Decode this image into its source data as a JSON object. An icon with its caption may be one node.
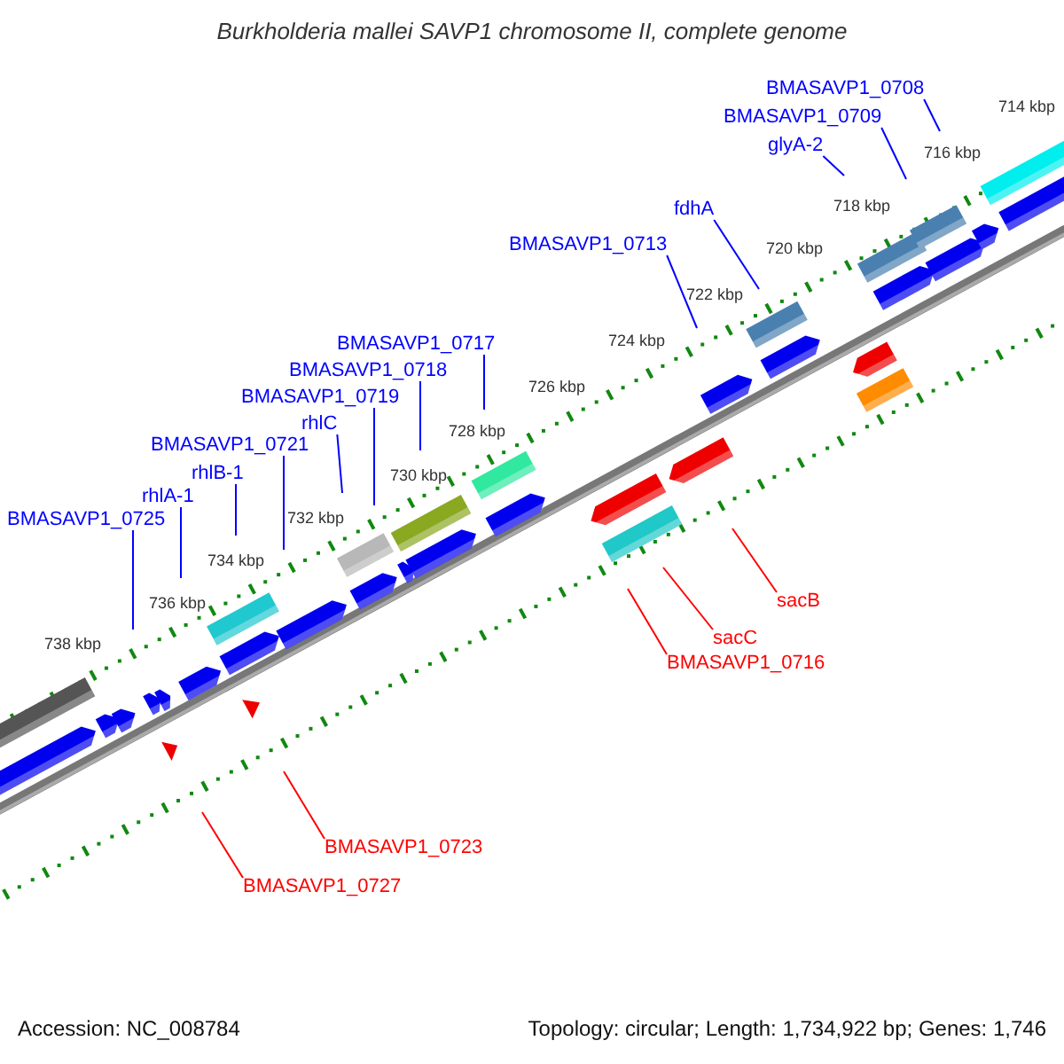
{
  "diagram": {
    "title": "Burkholderia mallei SAVP1 chromosome II, complete genome",
    "nodes": [
      {
        "text": [
          "BMASAVP1_0708"
        ]
      },
      {
        "text": [
          "BMASAVP1_0709"
        ]
      },
      {
        "text": [
          "glyA-2"
        ]
      },
      {
        "text": [
          "fdhA"
        ]
      },
      {
        "text": [
          "BMASAVP1_0713"
        ]
      },
      {
        "text": [
          "BMASAVP1_0717"
        ]
      },
      {
        "text": [
          "BMASAVP1_0718"
        ]
      },
      {
        "text": [
          "BMASAVP1_0719"
        ]
      },
      {
        "text": [
          "rhlC"
        ]
      },
      {
        "text": [
          "BMASAVP1_0721"
        ]
      },
      {
        "text": [
          "rhlB-1"
        ]
      },
      {
        "text": [
          "rhlA-1"
        ]
      },
      {
        "text": [
          "BMASAVP1_0725"
        ]
      },
      {
        "text": [
          "sacB"
        ]
      },
      {
        "text": [
          "sacC"
        ]
      },
      {
        "text": [
          "BMASAVP1_0716"
        ]
      },
      {
        "text": [
          "BMASAVP1_0723"
        ]
      },
      {
        "text": [
          "BMASAVP1_0727"
        ]
      }
    ],
    "edges": [
      {
        "from": 0,
        "to": null,
        "arrow": "none"
      },
      {
        "from": 1,
        "to": null,
        "arrow": "none"
      },
      {
        "from": 2,
        "to": null,
        "arrow": "none"
      },
      {
        "from": 3,
        "to": null,
        "arrow": "none"
      },
      {
        "from": 4,
        "to": null,
        "arrow": "none"
      },
      {
        "from": 5,
        "to": null,
        "arrow": "none"
      },
      {
        "from": 6,
        "to": null,
        "arrow": "none"
      },
      {
        "from": 7,
        "to": null,
        "arrow": "none"
      },
      {
        "from": 8,
        "to": null,
        "arrow": "none"
      },
      {
        "from": 9,
        "to": null,
        "arrow": "none"
      },
      {
        "from": 10,
        "to": null,
        "arrow": "none"
      },
      {
        "from": 11,
        "to": null,
        "arrow": "none"
      },
      {
        "from": 12,
        "to": null,
        "arrow": "none"
      },
      {
        "from": 13,
        "to": null,
        "arrow": "none",
        "color": "#ff0000"
      },
      {
        "from": 14,
        "to": null,
        "arrow": "none",
        "color": "#ff0000"
      },
      {
        "from": 15,
        "to": null,
        "arrow": "none",
        "color": "#ff0000"
      },
      {
        "from": 16,
        "to": null,
        "arrow": "none",
        "color": "#ff0000"
      },
      {
        "from": 17,
        "to": null,
        "arrow": "none",
        "color": "#ff0000"
      }
    ],
    "labels": [
      "714 kbp",
      "716 kbp",
      "718 kbp",
      "720 kbp",
      "722 kbp",
      "724 kbp",
      "726 kbp",
      "728 kbp",
      "730 kbp",
      "732 kbp",
      "734 kbp",
      "736 kbp",
      "738 kbp",
      "Accession: NC_008784",
      "Topology: circular; Length: 1,734,922 bp; Genes: 1,746"
    ]
  }
}
